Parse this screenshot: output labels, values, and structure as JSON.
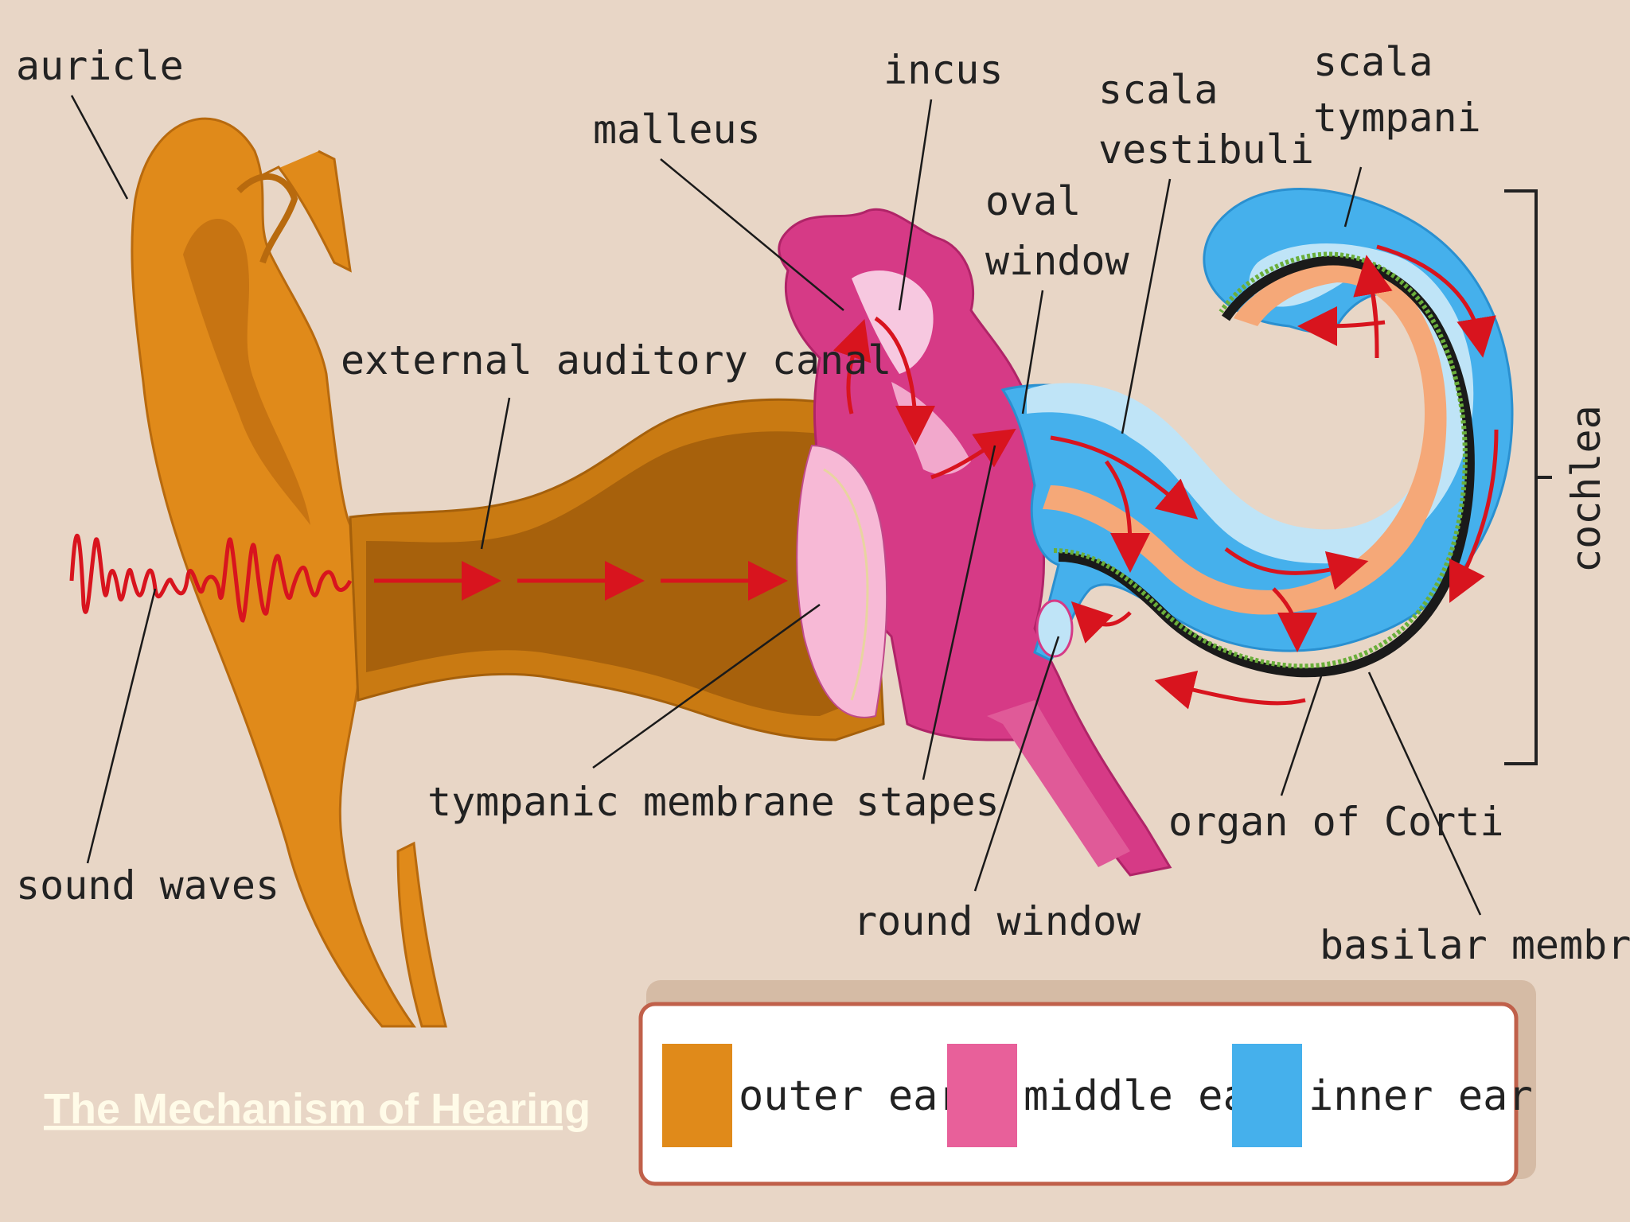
{
  "labels": {
    "auricle": "auricle",
    "malleus": "malleus",
    "incus": "incus",
    "scala_vestibuli": [
      "scala",
      "vestibuli"
    ],
    "scala_tympani": [
      "scala",
      "tympani"
    ],
    "oval_window": [
      "oval",
      "window"
    ],
    "external_auditory_canal": "external auditory canal",
    "cochlea": "cochlea",
    "tympanic_membrane": "tympanic membrane",
    "stapes": "stapes",
    "organ_of_corti": "organ of Corti",
    "sound_waves": "sound waves",
    "round_window": "round window",
    "basilar_membrane": "basilar membrane"
  },
  "legend": [
    {
      "label": "outer ear",
      "color": "#e08a1a"
    },
    {
      "label": "middle ear",
      "color": "#e8609a"
    },
    {
      "label": "inner ear",
      "color": "#45b0ec"
    }
  ],
  "title": "The Mechanism of Hearing",
  "colors": {
    "background": "#e8d6c6",
    "outer_ear": "#e08a1a",
    "middle_ear": "#d63a86",
    "inner_ear": "#45b0ec",
    "arrows": "#d8141e"
  }
}
